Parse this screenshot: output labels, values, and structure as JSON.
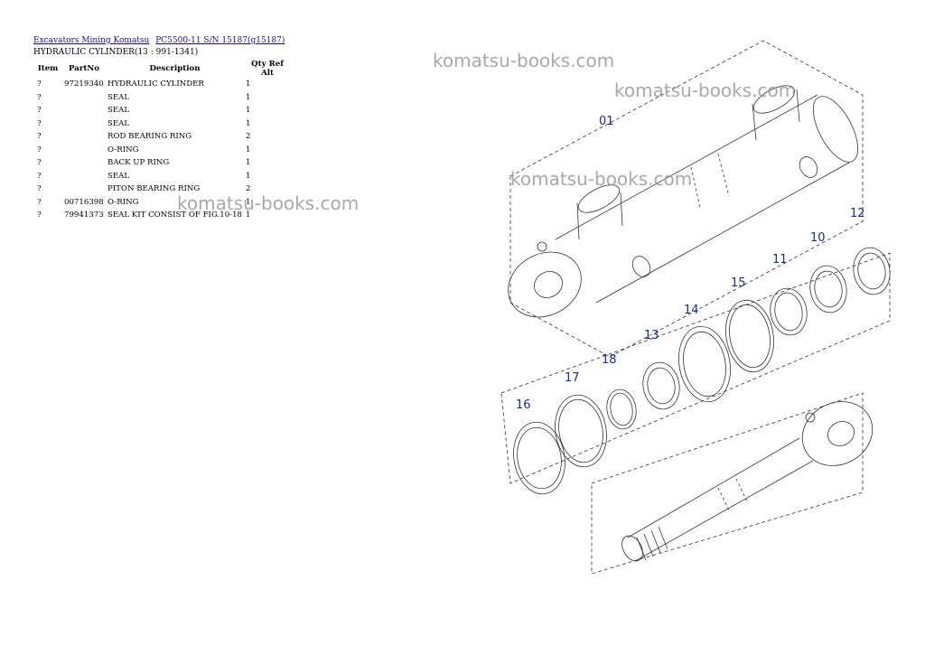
{
  "breadcrumb": {
    "link1": "Excavators Mining Komatsu",
    "link2": "PC5500-11 S/N 15187(g15187)"
  },
  "section_title": "HYDRAULIC CYLINDER(13 : 991-1341)",
  "table": {
    "headers": {
      "item": "Item",
      "partno": "PartNo",
      "description": "Description",
      "qty": "Qty Ref Alt"
    },
    "rows": [
      {
        "item": "?",
        "partno": "97219340",
        "description": "HYDRAULIC CYLINDER",
        "qty": "1"
      },
      {
        "item": "?",
        "partno": "",
        "description": "SEAL",
        "qty": "1"
      },
      {
        "item": "?",
        "partno": "",
        "description": "SEAL",
        "qty": "1"
      },
      {
        "item": "?",
        "partno": "",
        "description": "SEAL",
        "qty": "1"
      },
      {
        "item": "?",
        "partno": "",
        "description": "ROD BEARING RING",
        "qty": "2"
      },
      {
        "item": "?",
        "partno": "",
        "description": "O-RING",
        "qty": "1"
      },
      {
        "item": "?",
        "partno": "",
        "description": "BACK UP RING",
        "qty": "1"
      },
      {
        "item": "?",
        "partno": "",
        "description": "SEAL",
        "qty": "1"
      },
      {
        "item": "?",
        "partno": "",
        "description": "PITON BEARING RING",
        "qty": "2"
      },
      {
        "item": "?",
        "partno": "00716398",
        "description": "O-RING",
        "qty": "1"
      },
      {
        "item": "?",
        "partno": "79941373",
        "description": "SEAL KIT CONSIST OF FIG.10-18",
        "qty": "1"
      }
    ]
  },
  "watermark": "komatsu-books.com",
  "diagram": {
    "labels": [
      "01",
      "12",
      "10",
      "11",
      "15",
      "14",
      "13",
      "18",
      "17",
      "16"
    ]
  }
}
